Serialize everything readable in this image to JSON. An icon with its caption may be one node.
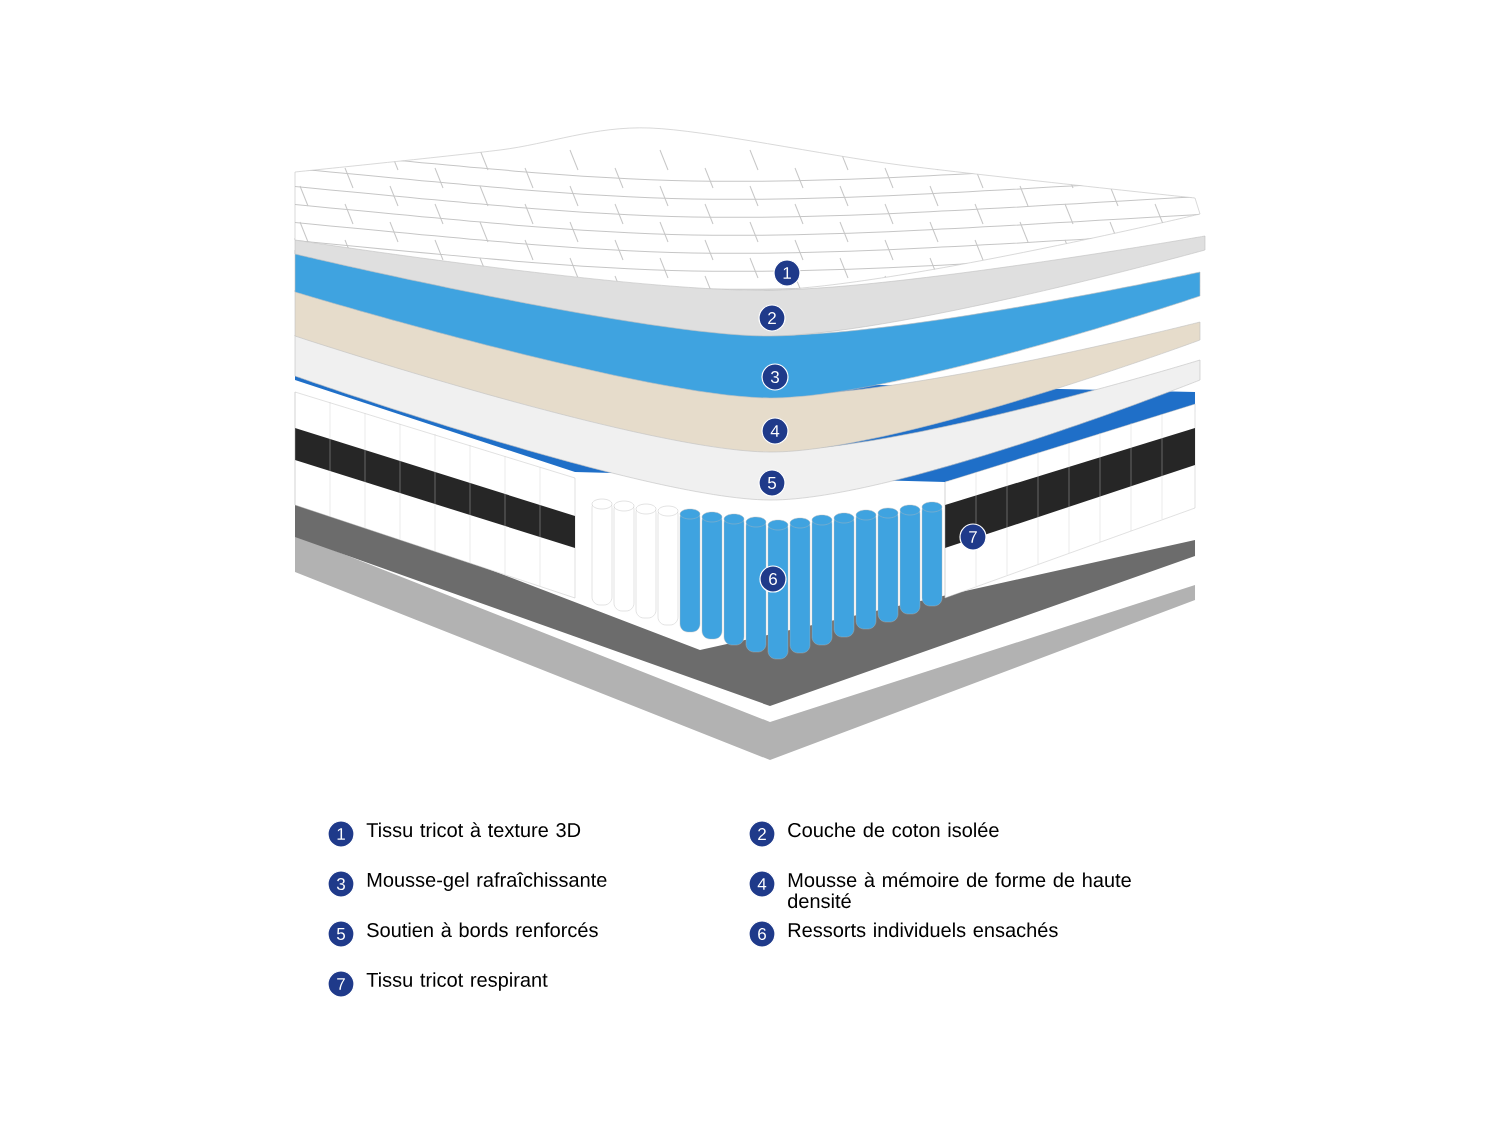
{
  "diagram": {
    "labels": [
      "1",
      "2",
      "3",
      "4",
      "5",
      "6",
      "7",
      "1",
      "Tissu tricot à texture 3D",
      "2",
      "Couche de coton isolée",
      "3",
      "Mousse-gel rafraîchissante",
      "4",
      "Mousse à mémoire de forme de haute densité",
      "5",
      "Soutien à bords renforcés",
      "6",
      "Ressorts individuels ensachés",
      "7",
      "Tissu tricot respirant"
    ]
  }
}
